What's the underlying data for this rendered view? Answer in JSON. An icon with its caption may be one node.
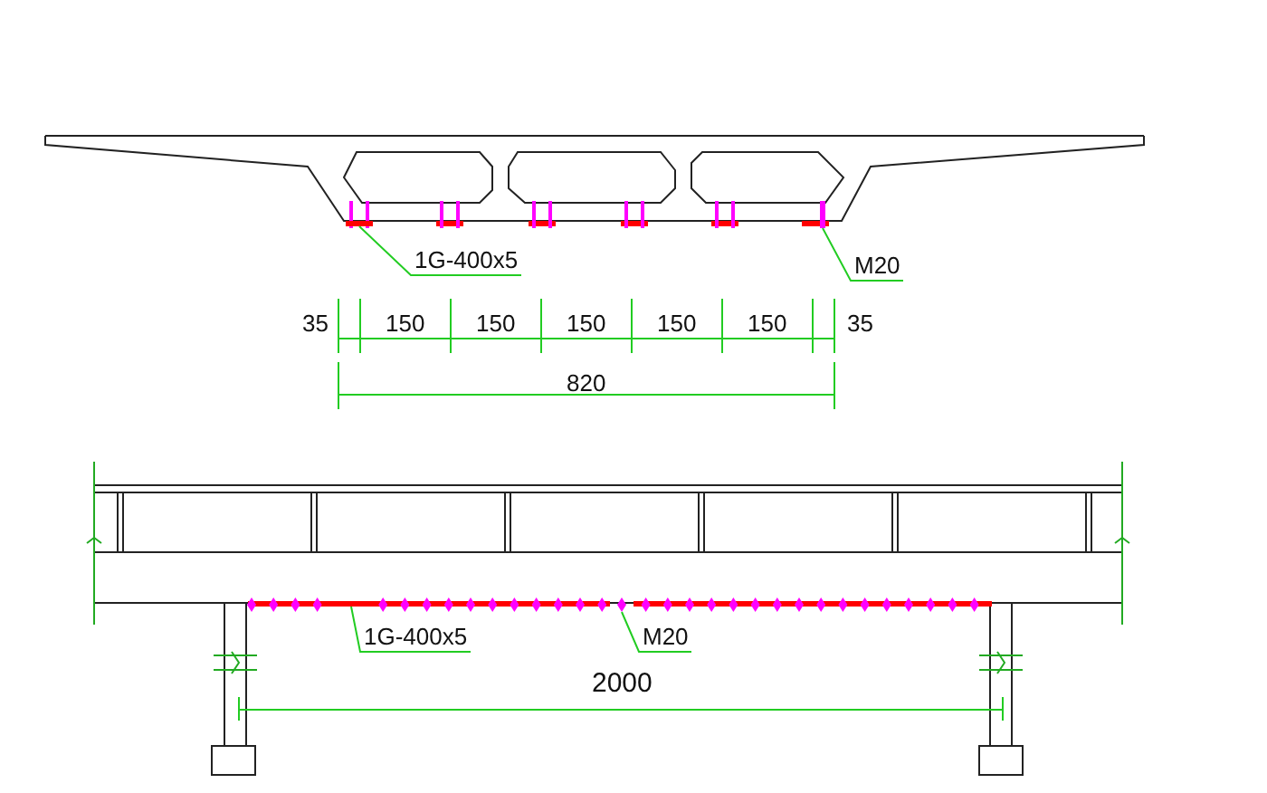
{
  "diagram": {
    "nodes": [
      {
        "text": [
          "1G-400x5"
        ]
      },
      {
        "text": [],
        "shape": "bar"
      },
      {
        "text": [
          "M20"
        ]
      },
      {
        "text": [],
        "shape": "bar"
      },
      {
        "text": [
          "1G-400x5"
        ]
      },
      {
        "text": [],
        "shape": "bar"
      },
      {
        "text": [
          "M20"
        ]
      },
      {
        "text": [],
        "shape": "diamond"
      }
    ],
    "edges": [
      {
        "from": 0,
        "to": 1,
        "arrow": "none"
      },
      {
        "from": 2,
        "to": 3,
        "arrow": "none"
      },
      {
        "from": 4,
        "to": 5,
        "arrow": "none"
      },
      {
        "from": 6,
        "to": 7,
        "arrow": "none"
      }
    ],
    "labels": [
      "35",
      "150",
      "150",
      "150",
      "150",
      "150",
      "35",
      "820",
      "2000"
    ]
  }
}
